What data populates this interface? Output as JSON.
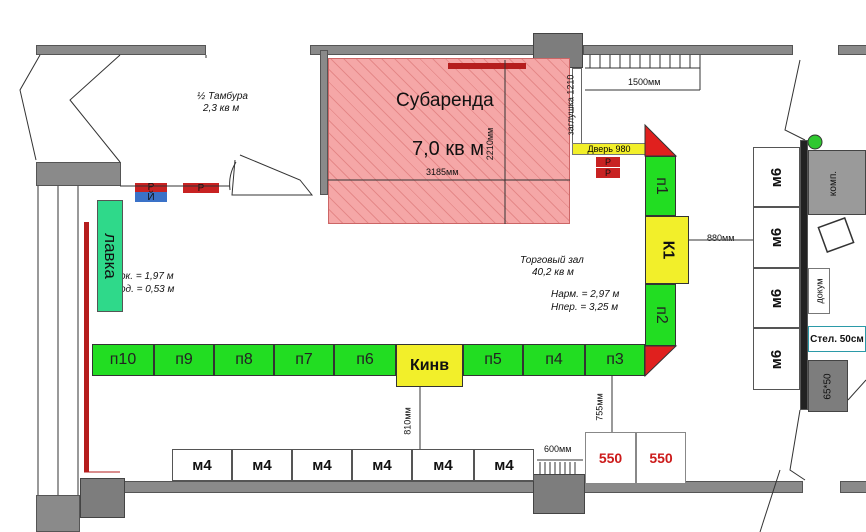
{
  "areas": {
    "sublease_title": "Субаренда",
    "sublease_area": "7,0 кв м",
    "vestibule": "½ Тамбура",
    "vestibule_area": "2,3 кв м",
    "hall": "Торговый зал",
    "hall_area": "40,2 кв м"
  },
  "dims": {
    "d2210": "2210мм",
    "d3185": "3185мм",
    "d1210": "заглушка 1210",
    "d1500": "1500мм",
    "door980": "Дверь 980",
    "d880": "880мм",
    "d810": "810мм",
    "d755": "755мм",
    "d600": "600мм"
  },
  "heights": {
    "norm": "Нарм. = 2,97 м",
    "nper": "Нпер. = 3,25 м",
    "left1": "ок. = 1,97 м",
    "left2": "од. = 0,53 м"
  },
  "shelves_bottom": [
    "п10",
    "п9",
    "п8",
    "п7",
    "п6"
  ],
  "kinv": "Кинв",
  "shelves_bottom_right": [
    "п5",
    "п4",
    "п3"
  ],
  "shelves_right": {
    "p1": "п1",
    "k1": "К1",
    "p2": "п2"
  },
  "bench": "лавка",
  "m4_items": [
    "м4",
    "м4",
    "м4",
    "м4",
    "м4",
    "м4"
  ],
  "m550": [
    "550",
    "550"
  ],
  "m6_items": [
    "м6",
    "м6",
    "м6",
    "м6"
  ],
  "right_side": {
    "komp": "комп.",
    "doc": "докум",
    "stel": "Стел. 50см",
    "size": "65*50"
  },
  "marks": {
    "r": "Р",
    "i": "Й"
  }
}
